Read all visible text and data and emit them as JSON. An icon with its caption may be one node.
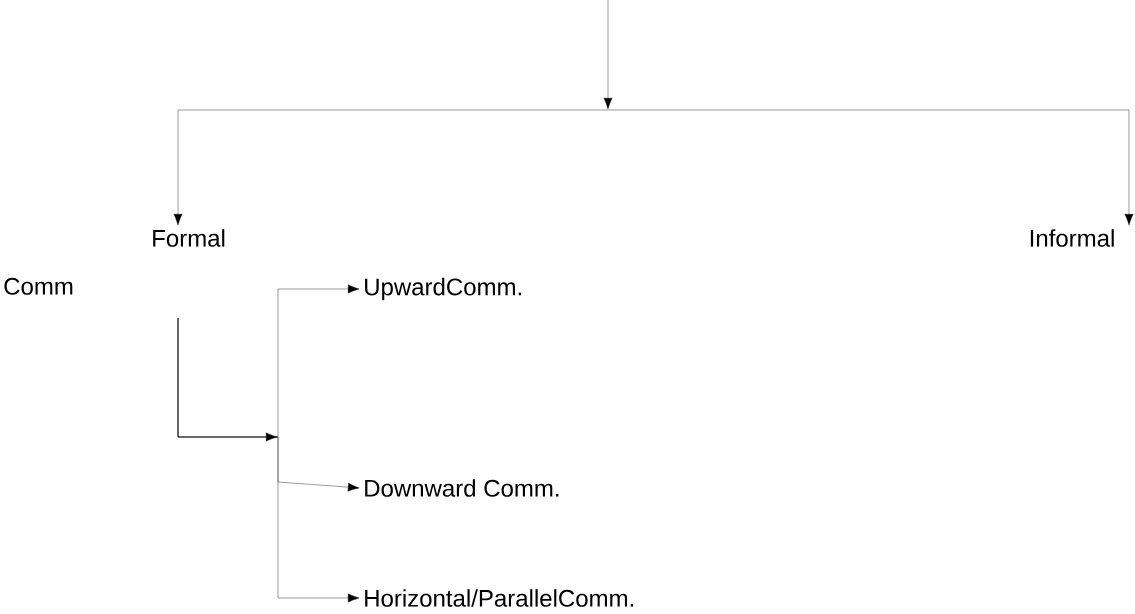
{
  "diagram": {
    "nodes": [
      {
        "text": [
          "Formal Comm"
        ]
      },
      {
        "text": [
          "Informal"
        ]
      },
      {
        "text": [
          "UpwardComm."
        ]
      },
      {
        "text": [
          "Downward Comm."
        ]
      },
      {
        "text": [
          "Horizontal/ParallelComm."
        ]
      }
    ],
    "edges": [
      {
        "from": null,
        "to": 0,
        "arrow": "to"
      },
      {
        "from": null,
        "to": 1,
        "arrow": "to"
      },
      {
        "from": 0,
        "to": 2,
        "arrow": "to"
      },
      {
        "from": 0,
        "to": 3,
        "arrow": "to"
      },
      {
        "from": 0,
        "to": 4,
        "arrow": "to"
      }
    ]
  }
}
